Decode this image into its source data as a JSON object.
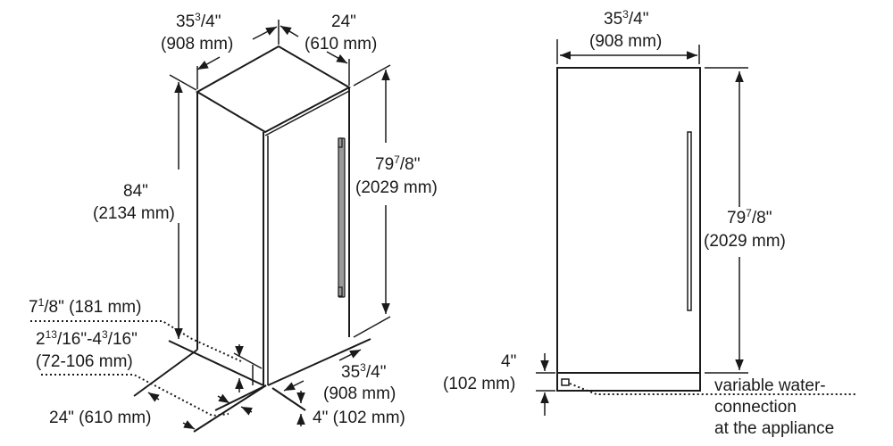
{
  "left_view": {
    "top_width": {
      "whole": "35",
      "num": "3",
      "den": "4",
      "suffix": "\"",
      "mm": "(908 mm)"
    },
    "top_depth": {
      "text": "24\"",
      "mm": "(610 mm)"
    },
    "overall_height": {
      "text": "84\"",
      "mm": "(2134 mm)"
    },
    "cabinet_height": {
      "whole": "79",
      "num": "7",
      "den": "8",
      "suffix": "\"",
      "mm": "(2029 mm)"
    },
    "toe_kick_depth": {
      "whole": "7",
      "num": "1",
      "den": "8",
      "suffix": "\" (181 mm)"
    },
    "toe_kick_height": {
      "whole1": "2",
      "num1": "13",
      "den1": "16",
      "mid": "\"-4",
      "num2": "3",
      "den2": "16",
      "suffix": "\"",
      "mm": "(72-106 mm)"
    },
    "bottom_depth": {
      "text": "24\" (610 mm)"
    },
    "bottom_width": {
      "whole": "35",
      "num": "3",
      "den": "4",
      "suffix": "\"",
      "mm": "(908 mm)"
    },
    "bottom_offset": {
      "text": "4\" (102 mm)"
    }
  },
  "right_view": {
    "top_width": {
      "whole": "35",
      "num": "3",
      "den": "4",
      "suffix": "\"",
      "mm": "(908 mm)"
    },
    "cabinet_height": {
      "whole": "79",
      "num": "7",
      "den": "8",
      "suffix": "\"",
      "mm": "(2029 mm)"
    },
    "base_height": {
      "text": "4\"",
      "mm": "(102 mm)"
    },
    "water_note": {
      "line1": "variable water-",
      "line2": "connection",
      "line3": "at the appliance"
    }
  }
}
